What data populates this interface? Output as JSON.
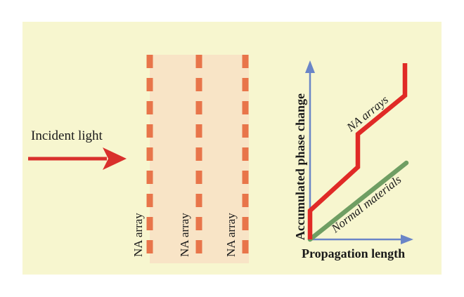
{
  "incident": {
    "label": "Incident light"
  },
  "arrays": {
    "labels": [
      "NA array",
      "NA array",
      "NA array"
    ]
  },
  "plot": {
    "ylabel": "Accumulated phase change",
    "xlabel": "Propagation length",
    "na_label": "NA arrays",
    "normal_label": "Normal materials"
  },
  "colors": {
    "background": "#f7f6cf",
    "slab": "#f8e4c6",
    "dash": "#e8754a",
    "arrow": "#d9302c",
    "na_line": "#e02a26",
    "normal_line": "#6f9e63",
    "axis": "#6a85c7"
  }
}
